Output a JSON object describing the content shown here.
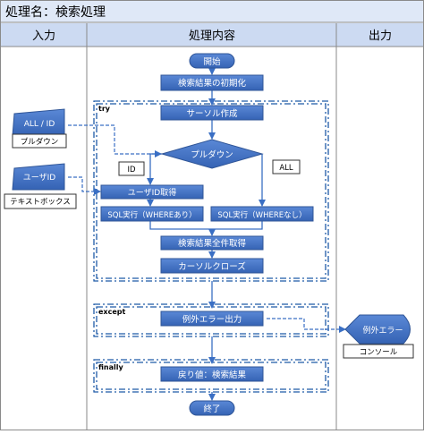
{
  "title": "処理名：検索処理",
  "columns": {
    "input": "入力",
    "process": "処理内容",
    "output": "出力"
  },
  "blocks": {
    "try": "try",
    "except": "except",
    "finally": "finally"
  },
  "nodes": {
    "start": "開始",
    "init": "検索結果の初期化",
    "cursor_create": "サーソル作成",
    "decision": "プルダウン",
    "get_user_id": "ユーザID取得",
    "sql_with_where": "SQL実行（WHEREあり）",
    "sql_without_where": "SQL実行（WHEREなし）",
    "fetch_all": "検索結果全件取得",
    "cursor_close": "カーソルクローズ",
    "error_output": "例外エラー出力",
    "return_value": "戻り値：検索結果",
    "end": "終了"
  },
  "branch_labels": {
    "id": "ID",
    "all": "ALL"
  },
  "inputs": {
    "pulldown_value": "ALL / ID",
    "pulldown_label": "プルダウン",
    "user_id_value": "ユーザID",
    "user_id_label": "テキストボックス"
  },
  "outputs": {
    "error_display": "例外エラー",
    "error_label": "コンソール"
  },
  "colors": {
    "box_fill": "#4575c6",
    "box_stroke": "#2f5597",
    "header_fill": "#ccdaf2",
    "title_fill": "#dfe8f7",
    "dash_stroke": "#1f5aa8",
    "line": "#3a6fc4"
  }
}
